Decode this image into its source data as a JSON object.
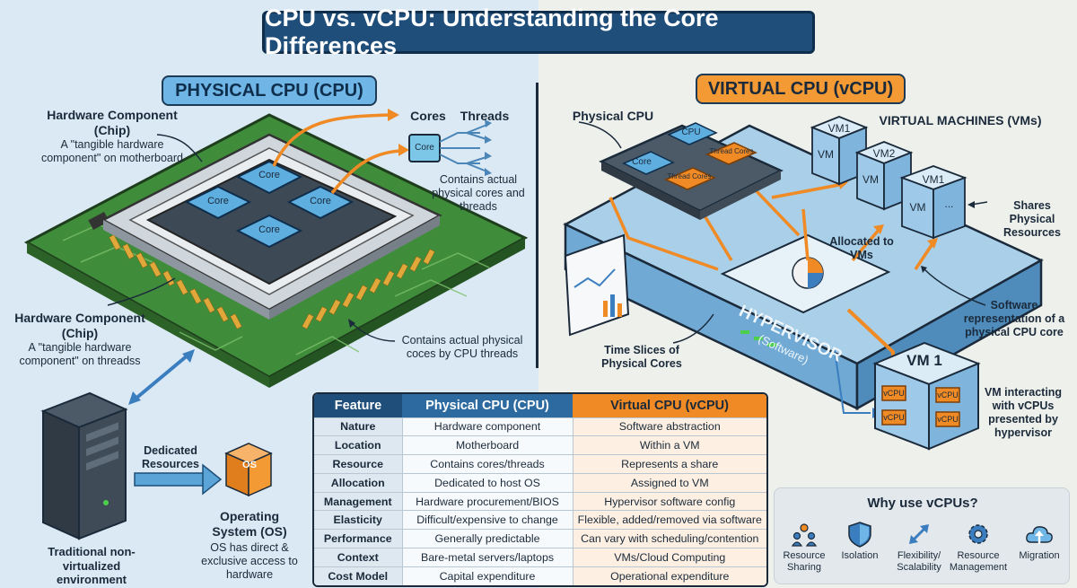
{
  "title": "CPU vs. vCPU: Understanding the Core Differences",
  "physical": {
    "heading": "PHYSICAL CPU (CPU)",
    "hw_title": "Hardware Component (Chip)",
    "hw_desc": "A \"tangible hardware component\" on motherboard",
    "hw2_title": "Hardware Component (Chip)",
    "hw2_desc": "A \"tangible hardware component\" on threadss",
    "cores_label": "Cores",
    "threads_label": "Threads",
    "core_chip": "Core",
    "contains1": "Contains actual physical cores and threads",
    "contains2": "Contains actual physical coces by CPU threads",
    "core_labels": [
      "Core",
      "Core",
      "Core",
      "Core"
    ],
    "dedicated": "Dedicated Resources",
    "os_chip": "OS",
    "os_title": "Operating System (OS)",
    "os_desc": "OS has direct & exclusive access to hardware",
    "traditional": "Traditional non-virtualized environment"
  },
  "virtual": {
    "heading": "VIRTUAL CPU (vCPU)",
    "physical_cpu": "Physical CPU",
    "vms_title": "VIRTUAL MACHINES (VMs)",
    "vm_labels": [
      "VM1",
      "VM",
      "VM2",
      "VM",
      "VM1",
      "VM",
      "..."
    ],
    "chip_labels": [
      "Core",
      "CPU",
      "Thread Cores",
      "Thread Cores"
    ],
    "shares": "Shares Physical Resources",
    "allocated": "Allocated to VMs",
    "hypervisor": "HYPERVISOR",
    "hypervisor_sub": "(Software)",
    "software_rep": "Software representation of a physical CPU core",
    "time_slices": "Time Slices of Physical Cores",
    "vm1_title": "VM 1",
    "vcpu_labels": [
      "vCPU",
      "vCPU",
      "vCPU",
      "vCPU"
    ],
    "vm_interact": "VM interacting with vCPUs presented by hypervisor"
  },
  "table": {
    "headers": [
      "Feature",
      "Physical CPU (CPU)",
      "Virtual CPU (vCPU)"
    ],
    "rows": [
      [
        "Nature",
        "Hardware component",
        "Software abstraction"
      ],
      [
        "Location",
        "Motherboard",
        "Within a VM"
      ],
      [
        "Resource",
        "Contains cores/threads",
        "Represents a share"
      ],
      [
        "Allocation",
        "Dedicated to host OS",
        "Assigned to VM"
      ],
      [
        "Management",
        "Hardware procurement/BIOS",
        "Hypervisor software config"
      ],
      [
        "Elasticity",
        "Difficult/expensive to change",
        "Flexible, added/removed via software"
      ],
      [
        "Performance",
        "Generally predictable",
        "Can vary with scheduling/contention"
      ],
      [
        "Context",
        "Bare-metal servers/laptops",
        "VMs/Cloud Computing"
      ],
      [
        "Cost Model",
        "Capital expenditure",
        "Operational expenditure"
      ]
    ]
  },
  "why": {
    "title": "Why use vCPUs?",
    "items": [
      {
        "label": "Resource Sharing",
        "icon": "people-icon"
      },
      {
        "label": "Isolation",
        "icon": "shield-icon"
      },
      {
        "label": "Flexibility/ Scalability",
        "icon": "resize-arrow-icon"
      },
      {
        "label": "Resource Management",
        "icon": "gear-icon"
      },
      {
        "label": "Migration",
        "icon": "cloud-upload-icon"
      }
    ]
  },
  "colors": {
    "navy": "#1f4e7a",
    "blue_accent": "#6fb6e6",
    "orange_accent": "#f08a24",
    "pcb_green": "#3e8a3a"
  }
}
